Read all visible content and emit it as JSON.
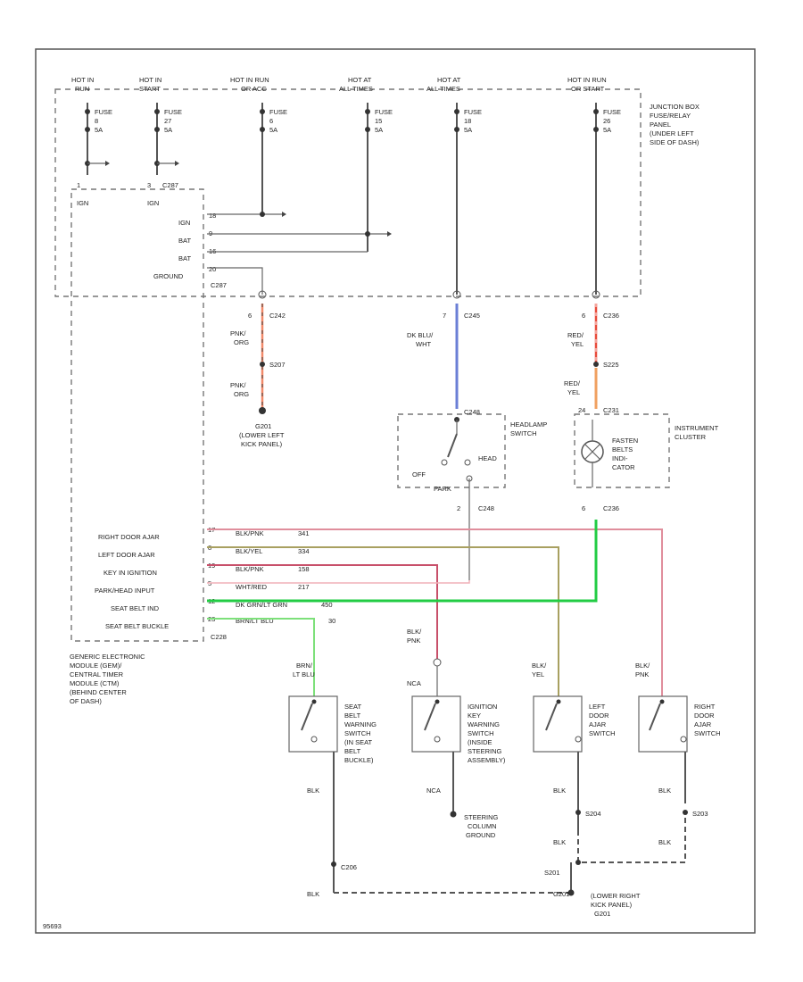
{
  "hot_labels": [
    {
      "l1": "HOT IN",
      "l2": "RUN"
    },
    {
      "l1": "HOT IN",
      "l2": "START"
    },
    {
      "l1": "HOT IN RUN",
      "l2": "OR ACC"
    },
    {
      "l1": "HOT AT",
      "l2": "ALL TIMES"
    },
    {
      "l1": "HOT AT",
      "l2": "ALL TIMES"
    },
    {
      "l1": "HOT IN RUN",
      "l2": "OR START"
    }
  ],
  "fuses": [
    {
      "name": "FUSE",
      "num": "8",
      "amp": "5A"
    },
    {
      "name": "FUSE",
      "num": "27",
      "amp": "5A"
    },
    {
      "name": "FUSE",
      "num": "6",
      "amp": "5A"
    },
    {
      "name": "FUSE",
      "num": "15",
      "amp": "5A"
    },
    {
      "name": "FUSE",
      "num": "18",
      "amp": "5A"
    },
    {
      "name": "FUSE",
      "num": "26",
      "amp": "5A"
    }
  ],
  "junction_box": [
    "JUNCTION BOX",
    "FUSE/RELAY",
    "PANEL",
    "(UNDER LEFT",
    "SIDE OF DASH)"
  ],
  "module": {
    "c287": "C287",
    "ign_labels": [
      "IGN",
      "IGN"
    ],
    "pins_upper": [
      {
        "pin": "18",
        "label": "IGN"
      },
      {
        "pin": "9",
        "label": "BAT"
      },
      {
        "pin": "16",
        "label": "BAT"
      },
      {
        "pin": "20",
        "label": "GROUND"
      }
    ],
    "pins_lower": [
      {
        "pin": "17",
        "label": "RIGHT DOOR AJAR",
        "wire": "BLK/PNK",
        "circuit": "341"
      },
      {
        "pin": "8",
        "label": "LEFT DOOR AJAR",
        "wire": "BLK/YEL",
        "circuit": "334"
      },
      {
        "pin": "19",
        "label": "KEY IN IGNITION",
        "wire": "BLK/PNK",
        "circuit": "158"
      },
      {
        "pin": "5",
        "label": "PARK/HEAD INPUT",
        "wire": "WHT/RED",
        "circuit": "217"
      },
      {
        "pin": "12",
        "label": "SEAT BELT IND",
        "wire": "DK GRN/LT GRN",
        "circuit": "450"
      },
      {
        "pin": "23",
        "label": "SEAT BELT BUCKLE",
        "wire": "BRN/LT BLU",
        "circuit": "30"
      }
    ],
    "c228": "C228",
    "desc": [
      "GENERIC ELECTRONIC",
      "MODULE (GEM)/",
      "CENTRAL TIMER",
      "MODULE (CTM)",
      "(BEHIND CENTER",
      "OF DASH)"
    ]
  },
  "ground_branch": {
    "connector": "C242",
    "pin": "6",
    "wire1": [
      "PNK/",
      "ORG"
    ],
    "splice": "S207",
    "wire2": [
      "PNK/",
      "ORG"
    ],
    "ground": "G201",
    "desc": [
      "(LOWER LEFT",
      "KICK PANEL)"
    ]
  },
  "headlamp": {
    "connector_top": "C245",
    "pin_top": "7",
    "wire": [
      "DK BLU/",
      "WHT"
    ],
    "connector_sw": "C248",
    "title": [
      "HEADLAMP",
      "SWITCH"
    ],
    "positions": [
      "OFF",
      "HEAD",
      "PARK"
    ],
    "pin_bottom": "2",
    "connector_bottom": "C248"
  },
  "cluster": {
    "connector_top": "C236",
    "pin_top": "6",
    "wire1": [
      "RED/",
      "YEL"
    ],
    "splice": "S225",
    "wire2": [
      "RED/",
      "YEL"
    ],
    "pin_in": "24",
    "connector_in": "C231",
    "lamp": [
      "FASTEN",
      "BELTS",
      "INDI-",
      "CATOR"
    ],
    "title": [
      "INSTRUMENT",
      "CLUSTER"
    ],
    "pin_bottom": "6",
    "connector_bottom": "C236"
  },
  "switches": [
    {
      "wire_top": [
        "BRN/",
        "LT BLU"
      ],
      "label": [
        "SEAT",
        "BELT",
        "WARNING",
        "SWITCH",
        "(IN SEAT",
        "BELT",
        "BUCKLE)"
      ],
      "wire_bottom": "BLK"
    },
    {
      "wire_top": [
        "BLK/",
        "PNK"
      ],
      "label": [
        "IGNITION",
        "KEY",
        "WARNING",
        "SWITCH",
        "(INSIDE",
        "STEERING",
        "ASSEMBLY)"
      ],
      "wire_bottom": "NCA"
    },
    {
      "wire_top": [
        "BLK/",
        "YEL"
      ],
      "label": [
        "LEFT",
        "DOOR",
        "AJAR",
        "SWITCH"
      ],
      "wire_bottom": "BLK"
    },
    {
      "wire_top": [
        "BLK/",
        "PNK"
      ],
      "label": [
        "RIGHT",
        "DOOR",
        "AJAR",
        "SWITCH"
      ],
      "wire_bottom": "BLK"
    }
  ],
  "nca_top": "NCA",
  "grounds": {
    "steering": [
      "STEERING",
      "COLUMN",
      "GROUND"
    ],
    "s204": "S204",
    "s203": "S203",
    "c206": "C206",
    "blk": "BLK",
    "s201": "S201",
    "g201": "G201",
    "right_kick": [
      "(LOWER RIGHT",
      "KICK PANEL)"
    ]
  },
  "footer": "95693",
  "colors": {
    "pink_org": "#f28a6a",
    "dk_blu": "#6b7fd6",
    "red_yel": "#f0a060",
    "green": "#22cc44",
    "lt_grn": "#7de07a",
    "pink": "#e08e9c",
    "olive": "#a8a060"
  }
}
